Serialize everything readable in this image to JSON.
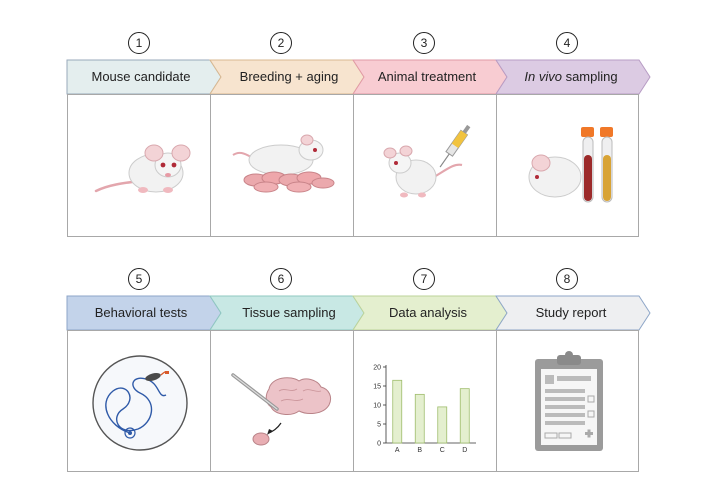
{
  "steps": [
    {
      "number": "1",
      "label": "Mouse candidate",
      "color": "#e4eeee"
    },
    {
      "number": "2",
      "label": "Breeding + aging",
      "color": "#f7e4cf"
    },
    {
      "number": "3",
      "label": "Animal treatment",
      "color": "#f8ccd2"
    },
    {
      "number": "4",
      "label_italic": "In vivo",
      "label_rest": " sampling",
      "color": "#dccbe3"
    },
    {
      "number": "5",
      "label": "Behavioral tests",
      "color": "#c3d3ea"
    },
    {
      "number": "6",
      "label": "Tissue sampling",
      "color": "#c8e8e4"
    },
    {
      "number": "7",
      "label": "Data analysis",
      "color": "#e4efcf"
    },
    {
      "number": "8",
      "label": "Study report",
      "color": "#eeeff1"
    }
  ],
  "chart_data": {
    "type": "bar",
    "categories": [
      "A",
      "B",
      "C",
      "D"
    ],
    "values": [
      16.5,
      12.8,
      9.5,
      14.3
    ],
    "ylim": [
      0,
      20
    ],
    "yticks": [
      "0",
      "5",
      "10",
      "15",
      "20"
    ],
    "bar_color": "#e4efcf"
  }
}
